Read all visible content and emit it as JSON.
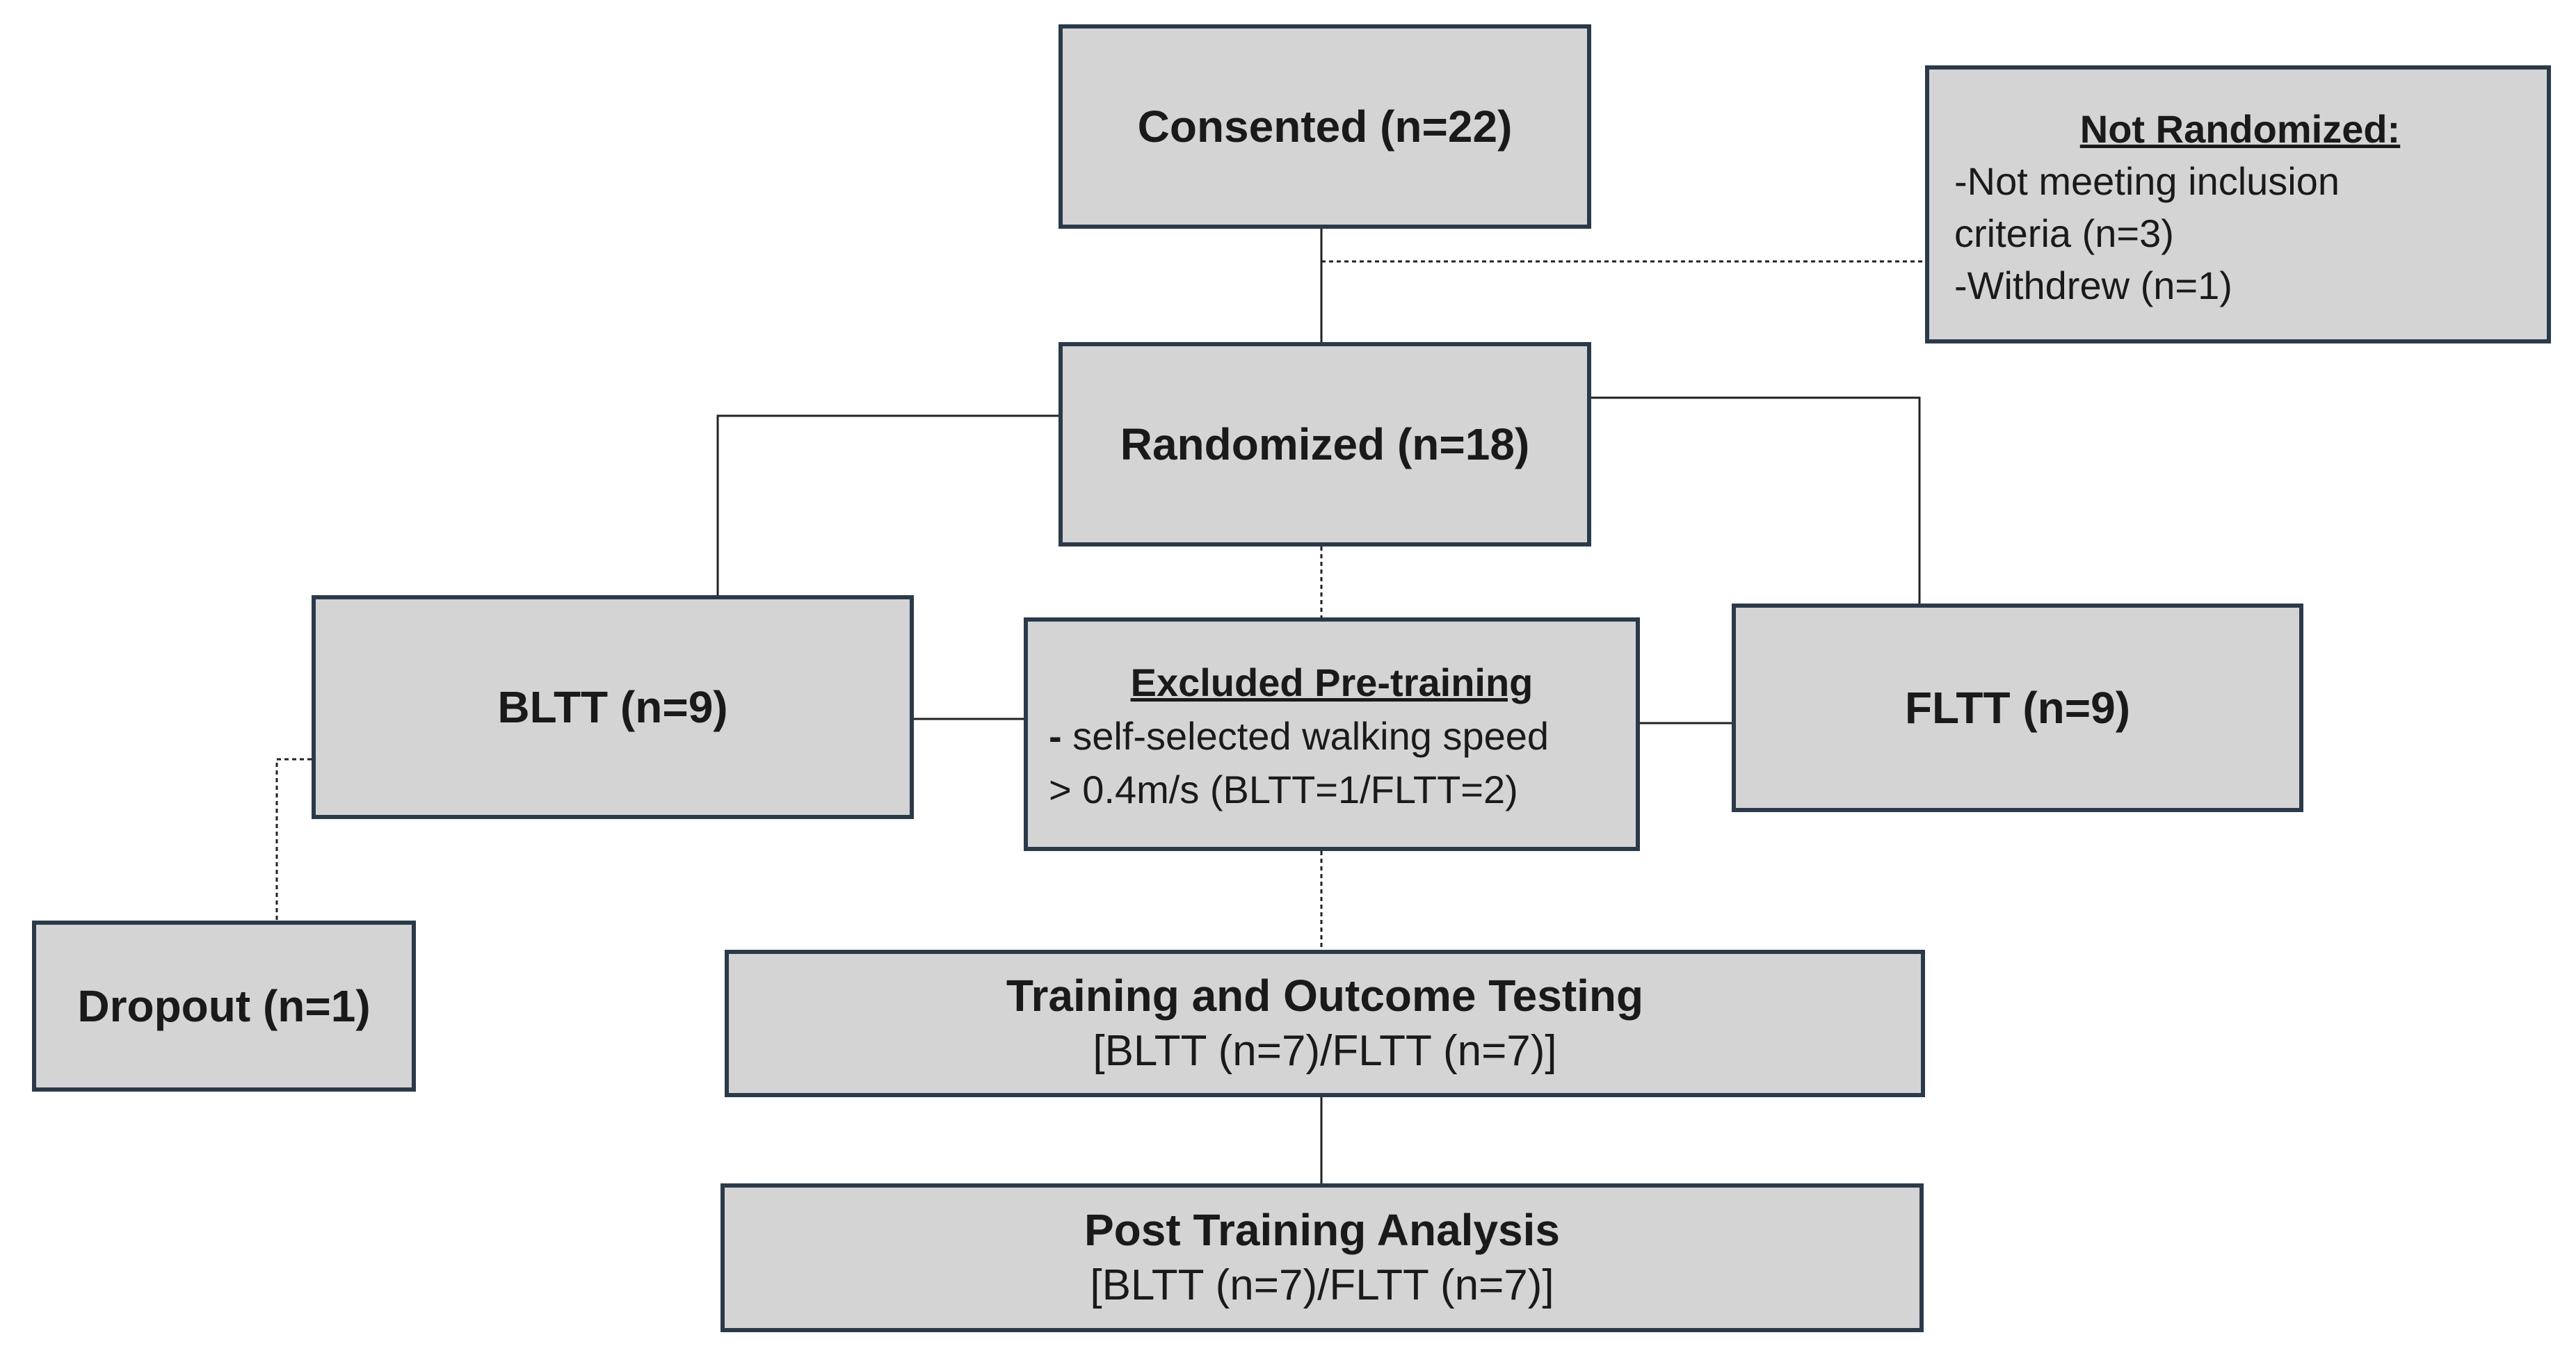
{
  "flowchart": {
    "consented": {
      "label": "Consented (n=22)"
    },
    "not_randomized": {
      "title": "Not Randomized:",
      "lines": [
        "-Not meeting inclusion",
        "criteria (n=3)",
        "-Withdrew (n=1)"
      ]
    },
    "randomized": {
      "label": "Randomized (n=18)"
    },
    "bltt": {
      "label": "BLTT (n=9)"
    },
    "fltt": {
      "label": "FLTT (n=9)"
    },
    "excluded": {
      "title": "Excluded Pre-training",
      "dash": "-",
      "line1": "self-selected walking speed",
      "line2": "> 0.4m/s (BLTT=1/FLTT=2)"
    },
    "dropout": {
      "label": "Dropout (n=1)"
    },
    "training": {
      "title": "Training and Outcome Testing",
      "detail": "[BLTT (n=7)/FLTT (n=7)]"
    },
    "post_training": {
      "title": "Post Training Analysis",
      "detail": "[BLTT (n=7)/FLTT (n=7)]"
    }
  },
  "colors": {
    "box_fill": "#d4d4d4",
    "box_border": "#2a3a4a",
    "line": "#222222",
    "text": "#1a1a1a"
  }
}
